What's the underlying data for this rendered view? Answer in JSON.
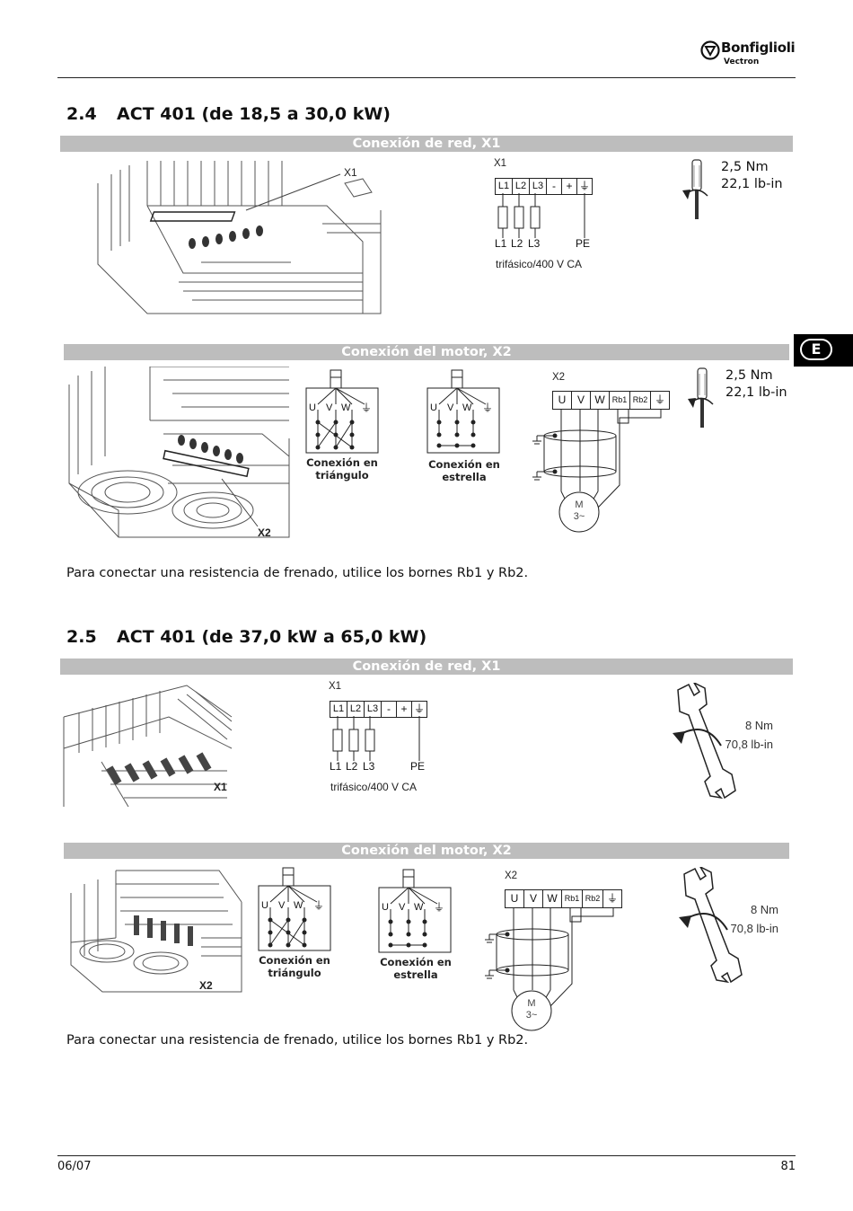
{
  "header": {
    "brand": "Bonfiglioli",
    "sub_brand": "Vectron"
  },
  "side_tab": {
    "label": "E"
  },
  "section_1": {
    "number": "2.4",
    "title": "ACT 401 (de 18,5 a 30,0 kW)",
    "mains_bar": "Conexión de red, X1",
    "motor_bar": "Conexión del motor, X2",
    "x1_illustration_label": "X1",
    "x1_terminal_title": "X1",
    "x1_terminals": [
      "L1",
      "L2",
      "L3",
      "-",
      "+",
      "⏚"
    ],
    "x1_bottom_labels": [
      "L1",
      "L2",
      "L3",
      "PE"
    ],
    "x1_supply": "trifásico/400 V CA",
    "torque_1": [
      "2,5 Nm",
      "22,1 lb-in"
    ],
    "x2_illustration_label": "X2",
    "x2_terminal_title": "X2",
    "x2_terminals": [
      "U",
      "V",
      "W",
      "Rb1",
      "Rb2",
      "⏚"
    ],
    "motor_symbol": [
      "M",
      "3~"
    ],
    "winding_labels": [
      "U",
      "V",
      "W"
    ],
    "delta_caption": [
      "Conexión en",
      "triángulo"
    ],
    "star_caption": [
      "Conexión en",
      "estrella"
    ],
    "torque_2": [
      "2,5 Nm",
      "22,1 lb-in"
    ],
    "note": "Para conectar una resistencia de frenado, utilice los bornes Rb1 y Rb2."
  },
  "section_2": {
    "number": "2.5",
    "title": "ACT 401 (de 37,0 kW a 65,0 kW)",
    "mains_bar": "Conexión de red, X1",
    "motor_bar": "Conexión del motor, X2",
    "x1_illustration_label": "X1",
    "x1_terminal_title": "X1",
    "x1_terminals": [
      "L1",
      "L2",
      "L3",
      "-",
      "+",
      "⏚"
    ],
    "x1_bottom_labels": [
      "L1",
      "L2",
      "L3",
      "PE"
    ],
    "x1_supply": "trifásico/400 V CA",
    "torque_1": [
      "8 Nm",
      "70,8 lb-in"
    ],
    "x2_illustration_label": "X2",
    "x2_terminal_title": "X2",
    "x2_terminals": [
      "U",
      "V",
      "W",
      "Rb1",
      "Rb2",
      "⏚"
    ],
    "motor_symbol": [
      "M",
      "3~"
    ],
    "winding_labels": [
      "U",
      "V",
      "W"
    ],
    "delta_caption": [
      "Conexión en",
      "triángulo"
    ],
    "star_caption": [
      "Conexión en",
      "estrella"
    ],
    "torque_2": [
      "8 Nm",
      "70,8 lb-in"
    ],
    "note": "Para conectar una resistencia de frenado, utilice los bornes Rb1 y Rb2."
  },
  "footer": {
    "date": "06/07",
    "page": "81"
  }
}
